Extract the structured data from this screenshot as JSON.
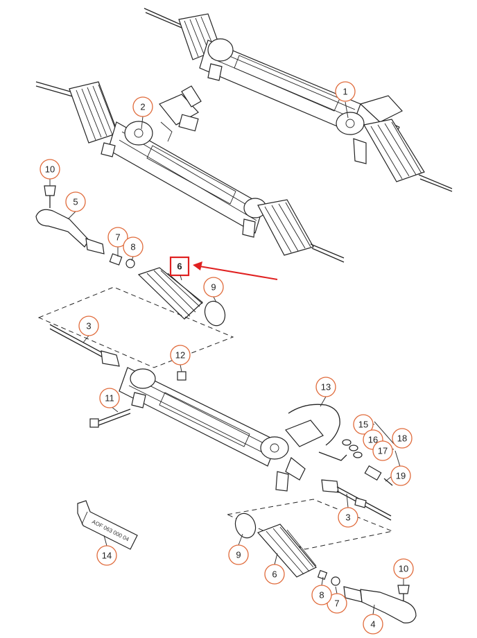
{
  "diagram": {
    "callouts": [
      {
        "id": "c1",
        "label": "1"
      },
      {
        "id": "c2",
        "label": "2"
      },
      {
        "id": "c3a",
        "label": "3"
      },
      {
        "id": "c3b",
        "label": "3"
      },
      {
        "id": "c4",
        "label": "4"
      },
      {
        "id": "c5",
        "label": "5"
      },
      {
        "id": "c6a",
        "label": "6"
      },
      {
        "id": "c6b",
        "label": "6"
      },
      {
        "id": "c7a",
        "label": "7"
      },
      {
        "id": "c7b",
        "label": "7"
      },
      {
        "id": "c8a",
        "label": "8"
      },
      {
        "id": "c8b",
        "label": "8"
      },
      {
        "id": "c9a",
        "label": "9"
      },
      {
        "id": "c9b",
        "label": "9"
      },
      {
        "id": "c10a",
        "label": "10"
      },
      {
        "id": "c10b",
        "label": "10"
      },
      {
        "id": "c11",
        "label": "11"
      },
      {
        "id": "c12",
        "label": "12"
      },
      {
        "id": "c13",
        "label": "13"
      },
      {
        "id": "c14",
        "label": "14"
      },
      {
        "id": "c15",
        "label": "15"
      },
      {
        "id": "c16",
        "label": "16"
      },
      {
        "id": "c17",
        "label": "17"
      },
      {
        "id": "c18",
        "label": "18"
      },
      {
        "id": "c19",
        "label": "19"
      }
    ],
    "highlighted_part": "6",
    "tube_label": "AOF 063 000 04",
    "colors": {
      "callout_ring": "#e06a3a",
      "highlight_box": "#e02020",
      "arrow": "#e02020",
      "line_art": "#222222"
    }
  }
}
